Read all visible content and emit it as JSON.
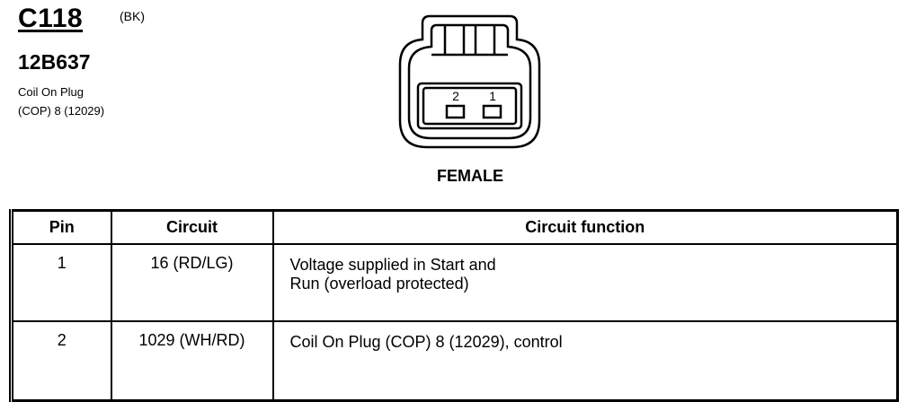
{
  "connector": {
    "id": "C118",
    "color_code": "(BK)",
    "part_number": "12B637",
    "description_lines": [
      "Coil On Plug",
      "(COP) 8 (12029)"
    ],
    "gender": "FEMALE",
    "pin_labels": [
      "2",
      "1"
    ]
  },
  "table": {
    "headers": [
      "Pin",
      "Circuit",
      "Circuit function"
    ],
    "rows": [
      {
        "pin": "1",
        "circuit": "16 (RD/LG)",
        "function_lines": [
          "Voltage supplied in Start and",
          "Run (overload protected)"
        ]
      },
      {
        "pin": "2",
        "circuit": "1029 (WH/RD)",
        "function_lines": [
          "Coil On Plug (COP) 8 (12029), control"
        ]
      }
    ]
  }
}
